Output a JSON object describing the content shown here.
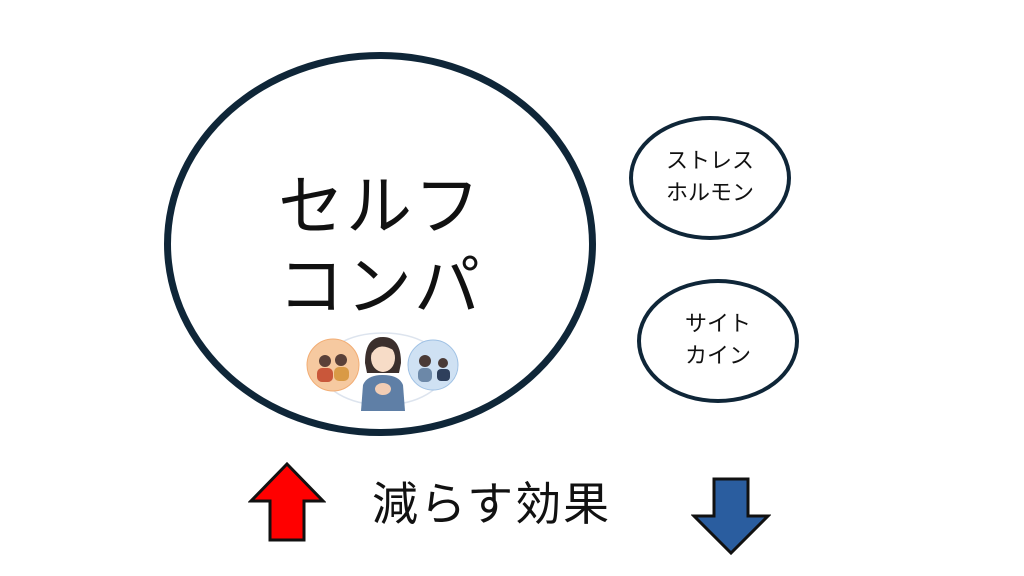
{
  "main_concept": {
    "lines": [
      "セルフ",
      "コンパ"
    ],
    "illustration": "self-compassion-people-illustration"
  },
  "targets": [
    {
      "lines": [
        "ストレス",
        "ホルモン"
      ]
    },
    {
      "lines": [
        "サイト",
        "カイン"
      ]
    }
  ],
  "caption": "減らす効果",
  "arrows": {
    "up": {
      "icon": "up-arrow-icon",
      "color": "#ff0000"
    },
    "down": {
      "icon": "down-arrow-icon",
      "color": "#2a5d9f"
    }
  },
  "colors": {
    "ellipse_border": "#0f2638",
    "text": "#111111"
  }
}
